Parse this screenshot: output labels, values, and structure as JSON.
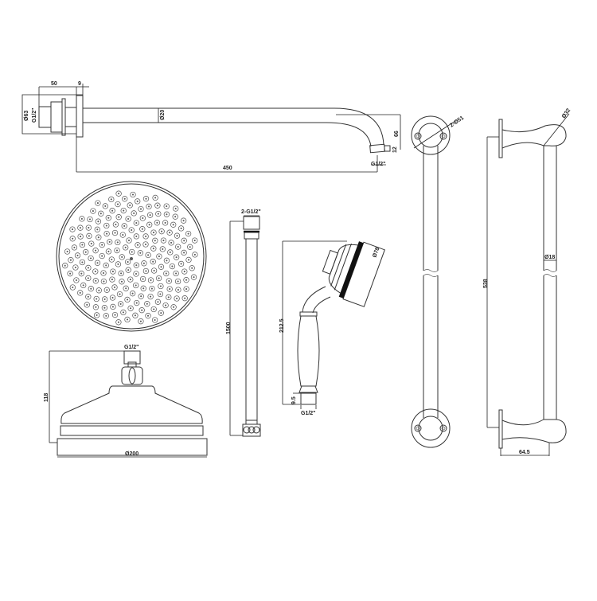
{
  "diagram": {
    "title": "Shower kit technical dimension drawing",
    "units": "mm",
    "line_color": "#333333",
    "background": "#ffffff"
  },
  "components": {
    "wall_arm": {
      "name": "Shower arm with wall flange",
      "dims": {
        "flange_diameter": "Ø63",
        "thread": "G1/2\"",
        "back_length": "50",
        "flange_depth": "9",
        "pipe_diameter": "Ø20",
        "arm_length": "450",
        "drop": "66",
        "outlet_height": "12",
        "outlet_thread": "G1/2\""
      }
    },
    "rose_head": {
      "name": "Shower rose head",
      "dims": {
        "inlet_thread": "G1/2\"",
        "height": "118",
        "diameter": "Ø200"
      }
    },
    "hose": {
      "name": "Shower hose",
      "dims": {
        "threads": "2-G1/2\"",
        "length": "1500"
      }
    },
    "handset": {
      "name": "Hand shower",
      "dims": {
        "head_diameter": "Ø78",
        "height": "212.5",
        "connector_height": "9.5",
        "thread": "G1/2\""
      }
    },
    "riser_front": {
      "name": "Riser rail front view",
      "dims": {
        "bracket_diameter": "2-Ø51"
      }
    },
    "riser_side": {
      "name": "Riser rail side view",
      "dims": {
        "bracket_diameter": "Ø32",
        "rail_diameter": "Ø18",
        "length": "538",
        "projection": "64.5"
      }
    }
  }
}
